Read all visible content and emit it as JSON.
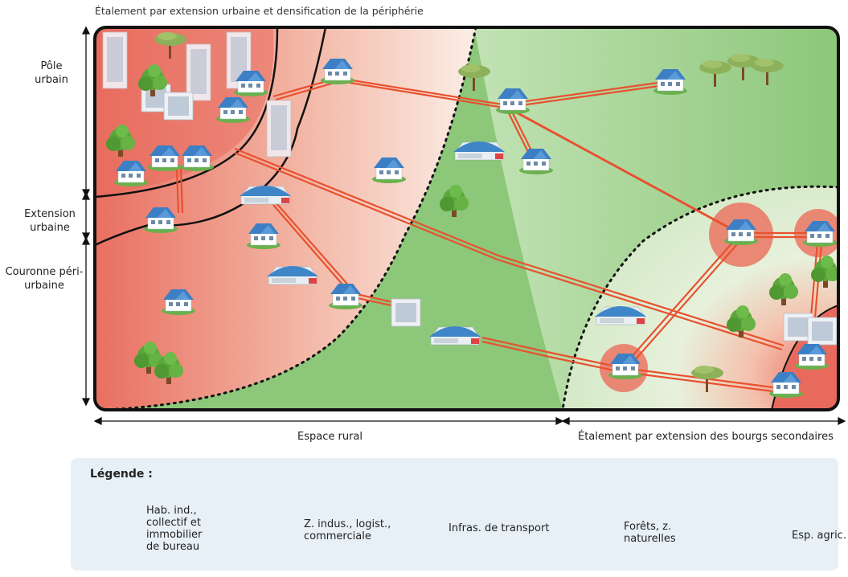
{
  "title": "Étalement par extension urbaine et densification de la périphérie",
  "zones": {
    "pole": "Pôle urbain",
    "extension": "Extension urbaine",
    "couronne": "Couronne péri-urbaine"
  },
  "bottom": {
    "rural": "Espace rural",
    "bourgs": "Étalement par extension des bourgs secondaires"
  },
  "legend": {
    "title": "Légende :",
    "items": [
      {
        "label": "Hab. ind., collectif et immobilier de bureau",
        "icon": "buildings-icon"
      },
      {
        "label": "Z. indus., logist., commerciale",
        "icon": "warehouse-icon"
      },
      {
        "label": "Infras. de transport",
        "icon": "road-icon"
      },
      {
        "label": "Forêts, z. naturelles",
        "icon": "tree-icon"
      },
      {
        "label": "Esp. agric.",
        "icon": "agri-swatch"
      }
    ]
  },
  "colors": {
    "urban": "#e86a5c",
    "agri": "#7fbe6a",
    "road": "#e8512f",
    "roof": "#4a86c6",
    "tree": "#5aa63a"
  }
}
